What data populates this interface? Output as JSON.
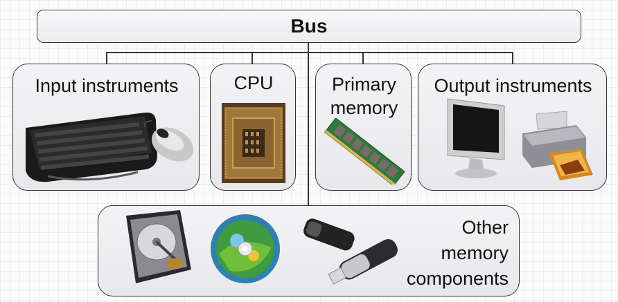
{
  "bus": {
    "label": "Bus"
  },
  "boxes": {
    "input": {
      "label": "Input instruments"
    },
    "cpu": {
      "label": "CPU"
    },
    "primary": {
      "label_line1": "Primary",
      "label_line2": "memory"
    },
    "output": {
      "label": "Output instruments"
    },
    "other": {
      "label_line1": "Other",
      "label_line2": "memory",
      "label_line3": "components"
    }
  },
  "icons": [
    "keyboard-icon",
    "mouse-icon",
    "cpu-chip-icon",
    "ram-module-icon",
    "monitor-icon",
    "printer-icon",
    "hard-drive-icon",
    "cd-disc-icon",
    "usb-drive-icon"
  ]
}
